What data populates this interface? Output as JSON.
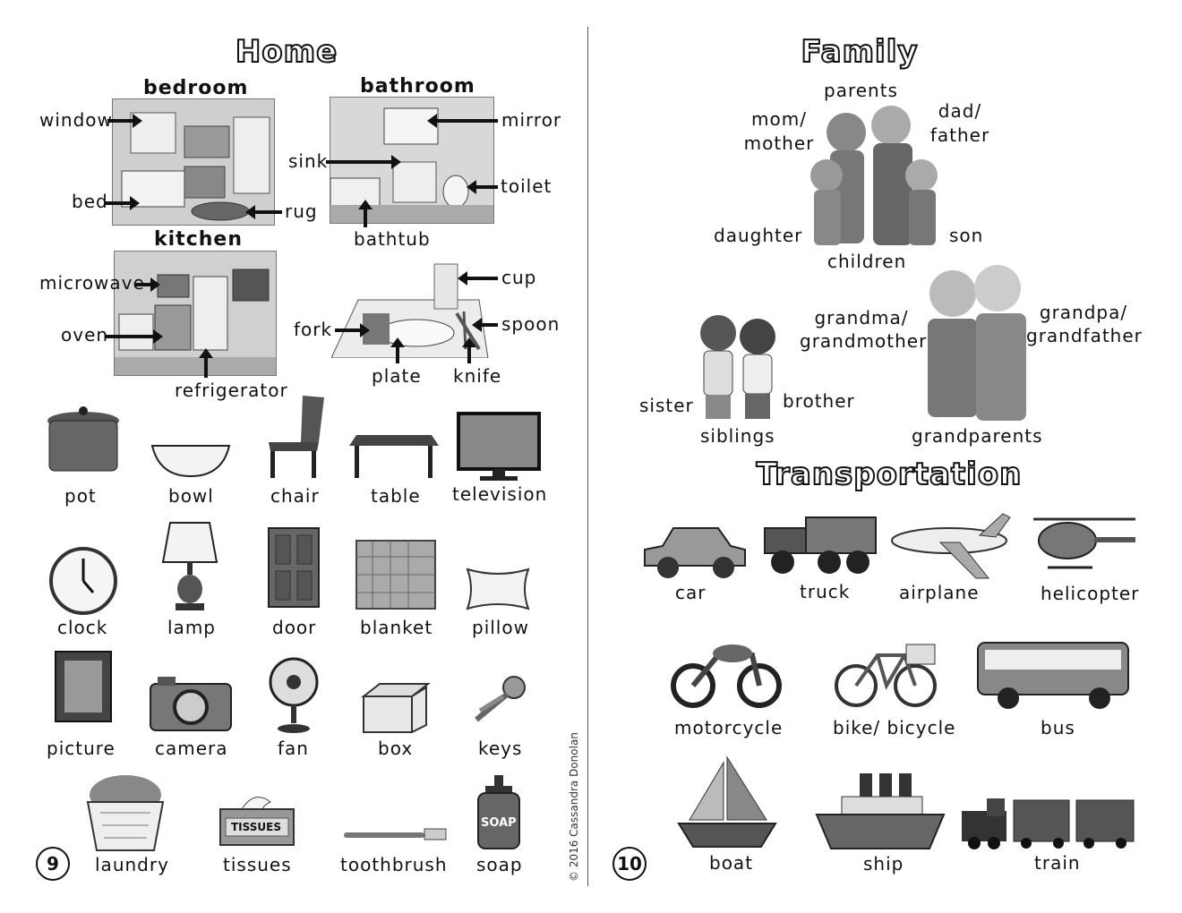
{
  "left": {
    "title": "Home",
    "sections": {
      "bedroom": "bedroom",
      "bathroom": "bathroom",
      "kitchen": "kitchen"
    },
    "bedroom": {
      "window": "window",
      "bed": "bed",
      "rug": "rug"
    },
    "bathroom": {
      "mirror": "mirror",
      "sink": "sink",
      "toilet": "toilet",
      "bathtub": "bathtub"
    },
    "kitchen": {
      "microwave": "microwave",
      "oven": "oven",
      "refrigerator": "refrigerator"
    },
    "table_setting": {
      "cup": "cup",
      "fork": "fork",
      "spoon": "spoon",
      "plate": "plate",
      "knife": "knife"
    },
    "items": {
      "pot": "pot",
      "bowl": "bowl",
      "chair": "chair",
      "table": "table",
      "television": "television",
      "clock": "clock",
      "lamp": "lamp",
      "door": "door",
      "blanket": "blanket",
      "pillow": "pillow",
      "picture": "picture",
      "camera": "camera",
      "fan": "fan",
      "box": "box",
      "keys": "keys",
      "laundry": "laundry",
      "tissues": "tissues",
      "toothbrush": "toothbrush",
      "soap": "soap"
    },
    "tissues_box_text": "TISSUES",
    "soap_bottle_text": "SOAP",
    "page_number": "9",
    "copyright": "© 2016 Cassandra Donolan"
  },
  "right": {
    "family_title": "Family",
    "family": {
      "parents": "parents",
      "mom_mother": "mom/ mother",
      "dad_father": "dad/ father",
      "daughter": "daughter",
      "son": "son",
      "children": "children",
      "grandma": "grandma/ grandmother",
      "grandpa": "grandpa/ grandfather",
      "sister": "sister",
      "brother": "brother",
      "siblings": "siblings",
      "grandparents": "grandparents"
    },
    "transport_title": "Transportation",
    "transport": {
      "car": "car",
      "truck": "truck",
      "airplane": "airplane",
      "helicopter": "helicopter",
      "motorcycle": "motorcycle",
      "bike": "bike/ bicycle",
      "bus": "bus",
      "boat": "boat",
      "ship": "ship",
      "train": "train"
    },
    "page_number": "10"
  }
}
